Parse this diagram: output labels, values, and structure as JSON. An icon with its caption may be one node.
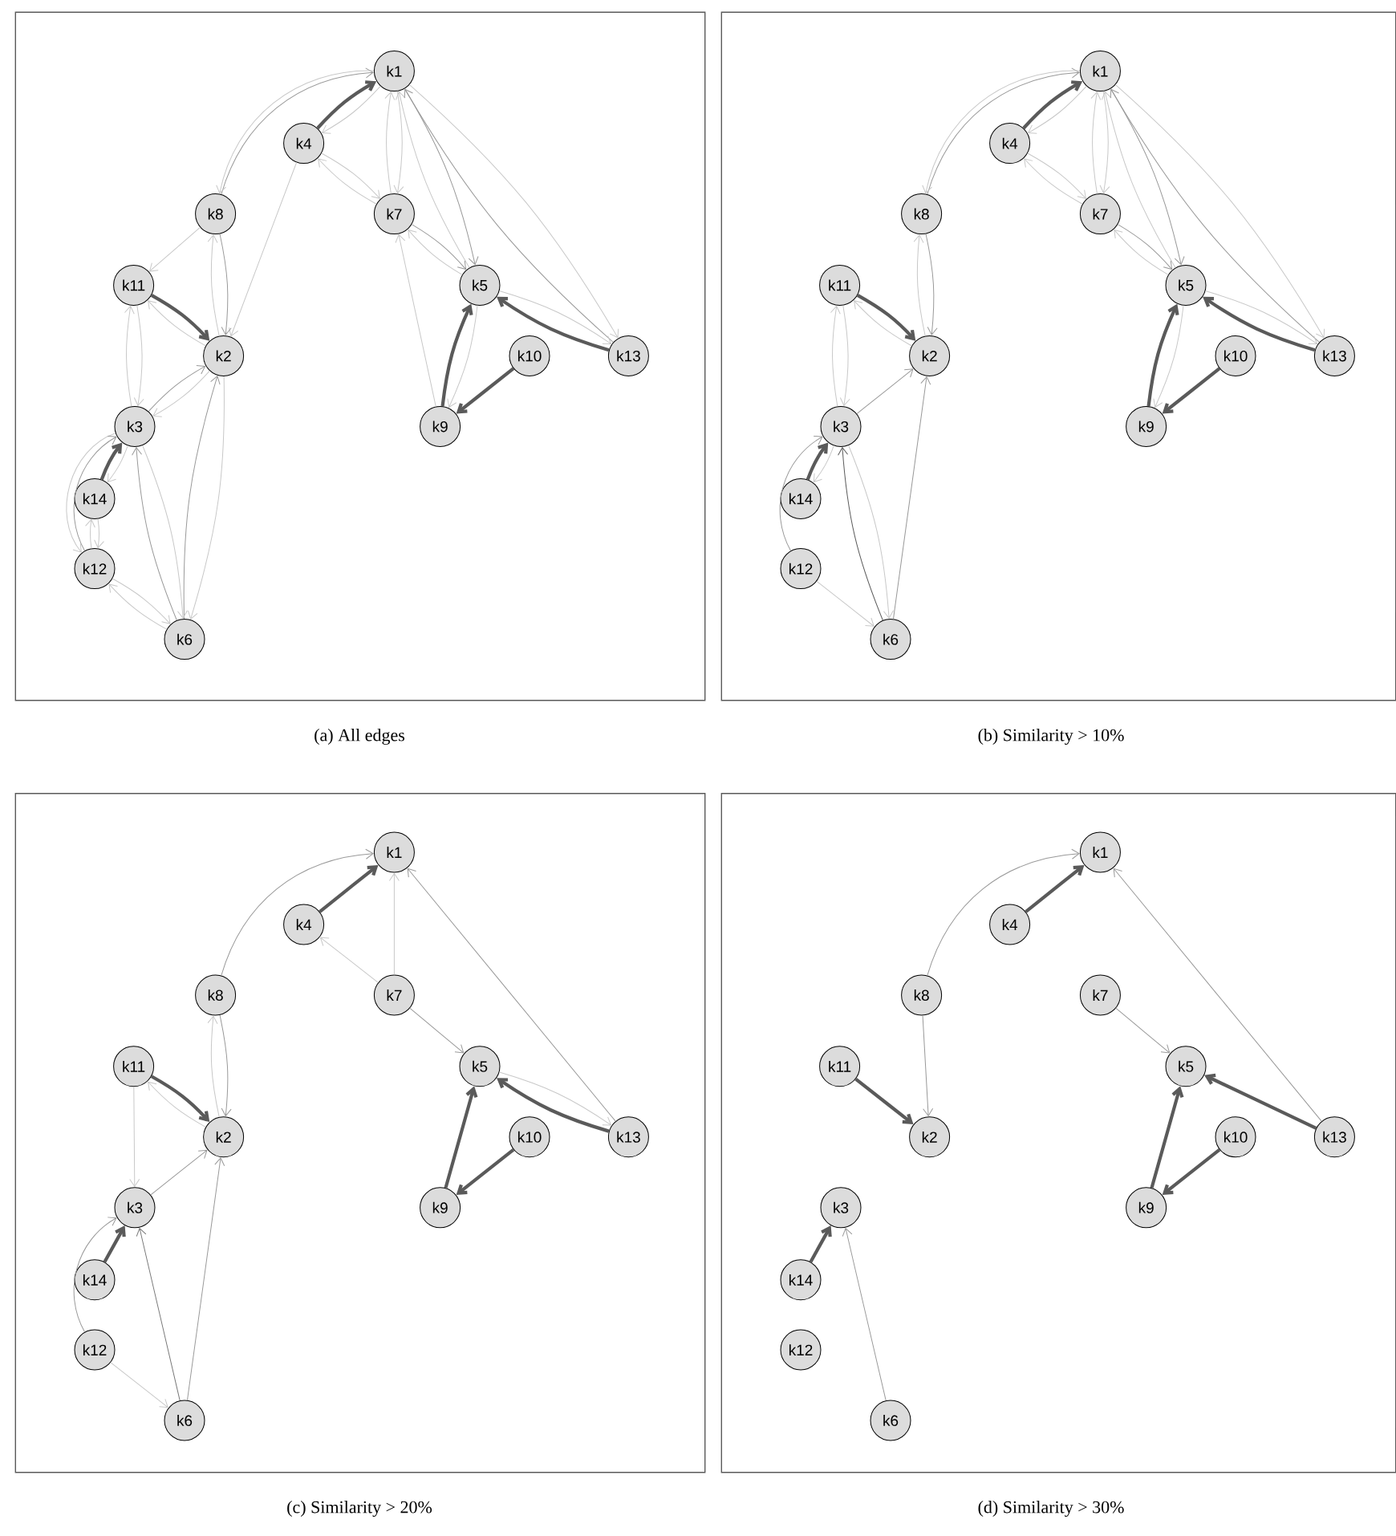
{
  "diagram": {
    "nodes": [
      {
        "text": [
          "(a) All edges"
        ]
      },
      {
        "text": [
          "k1"
        ],
        "in": 0
      },
      {
        "text": [
          "k4"
        ],
        "in": 0
      },
      {
        "text": [
          "k8"
        ],
        "in": 0
      },
      {
        "text": [
          "k7"
        ],
        "in": 0
      },
      {
        "text": [
          "k11"
        ],
        "in": 0
      },
      {
        "text": [
          "k5"
        ],
        "in": 0
      },
      {
        "text": [
          "k2"
        ],
        "in": 0
      },
      {
        "text": [
          "k10"
        ],
        "in": 0
      },
      {
        "text": [
          "k13"
        ],
        "in": 0
      },
      {
        "text": [
          "k9"
        ],
        "in": 0
      },
      {
        "text": [
          "k3"
        ],
        "in": 0
      },
      {
        "text": [
          "k14"
        ],
        "in": 0
      },
      {
        "text": [
          "k12"
        ],
        "in": 0
      },
      {
        "text": [
          "k6"
        ],
        "in": 0
      },
      {
        "text": [
          "(b) Similarity > 10%"
        ]
      },
      {
        "text": [
          "k1"
        ],
        "in": 15
      },
      {
        "text": [
          "k4"
        ],
        "in": 15
      },
      {
        "text": [
          "k8"
        ],
        "in": 15
      },
      {
        "text": [
          "k7"
        ],
        "in": 15
      },
      {
        "text": [
          "k11"
        ],
        "in": 15
      },
      {
        "text": [
          "k5"
        ],
        "in": 15
      },
      {
        "text": [
          "k2"
        ],
        "in": 15
      },
      {
        "text": [
          "k10"
        ],
        "in": 15
      },
      {
        "text": [
          "k13"
        ],
        "in": 15
      },
      {
        "text": [
          "k9"
        ],
        "in": 15
      },
      {
        "text": [
          "k3"
        ],
        "in": 15
      },
      {
        "text": [
          "k14"
        ],
        "in": 15
      },
      {
        "text": [
          "k12"
        ],
        "in": 15
      },
      {
        "text": [
          "k6"
        ],
        "in": 15
      },
      {
        "text": [
          "(c) Similarity > 20%"
        ]
      },
      {
        "text": [
          "k1"
        ],
        "in": 30
      },
      {
        "text": [
          "k4"
        ],
        "in": 30
      },
      {
        "text": [
          "k8"
        ],
        "in": 30
      },
      {
        "text": [
          "k7"
        ],
        "in": 30
      },
      {
        "text": [
          "k11"
        ],
        "in": 30
      },
      {
        "text": [
          "k5"
        ],
        "in": 30
      },
      {
        "text": [
          "k2"
        ],
        "in": 30
      },
      {
        "text": [
          "k10"
        ],
        "in": 30
      },
      {
        "text": [
          "k13"
        ],
        "in": 30
      },
      {
        "text": [
          "k9"
        ],
        "in": 30
      },
      {
        "text": [
          "k3"
        ],
        "in": 30
      },
      {
        "text": [
          "k14"
        ],
        "in": 30
      },
      {
        "text": [
          "k12"
        ],
        "in": 30
      },
      {
        "text": [
          "k6"
        ],
        "in": 30
      },
      {
        "text": [
          "(d) Similarity > 30%"
        ]
      },
      {
        "text": [
          "k1"
        ],
        "in": 45
      },
      {
        "text": [
          "k4"
        ],
        "in": 45
      },
      {
        "text": [
          "k8"
        ],
        "in": 45
      },
      {
        "text": [
          "k7"
        ],
        "in": 45
      },
      {
        "text": [
          "k11"
        ],
        "in": 45
      },
      {
        "text": [
          "k5"
        ],
        "in": 45
      },
      {
        "text": [
          "k2"
        ],
        "in": 45
      },
      {
        "text": [
          "k10"
        ],
        "in": 45
      },
      {
        "text": [
          "k13"
        ],
        "in": 45
      },
      {
        "text": [
          "k9"
        ],
        "in": 45
      },
      {
        "text": [
          "k3"
        ],
        "in": 45
      },
      {
        "text": [
          "k14"
        ],
        "in": 45
      },
      {
        "text": [
          "k12"
        ],
        "in": 45
      },
      {
        "text": [
          "k6"
        ],
        "in": 45
      }
    ],
    "edges": [
      {
        "from": 3,
        "to": 1,
        "arrow": "to",
        "color": "#999999"
      },
      {
        "from": 1,
        "to": 3,
        "arrow": "to",
        "color": "#c8c8c8"
      },
      {
        "from": 2,
        "to": 1,
        "arrow": "to",
        "color": "#5a5a5a",
        "style": "thick"
      },
      {
        "from": 1,
        "to": 2,
        "arrow": "to",
        "color": "#c8c8c8"
      },
      {
        "from": 2,
        "to": 4,
        "arrow": "to",
        "color": "#c8c8c8"
      },
      {
        "from": 4,
        "to": 2,
        "arrow": "to",
        "color": "#c8c8c8"
      },
      {
        "from": 1,
        "to": 4,
        "arrow": "to",
        "color": "#c8c8c8"
      },
      {
        "from": 4,
        "to": 1,
        "arrow": "to",
        "color": "#c8c8c8"
      },
      {
        "from": 1,
        "to": 6,
        "arrow": "to",
        "color": "#999999"
      },
      {
        "from": 6,
        "to": 1,
        "arrow": "to",
        "color": "#c8c8c8"
      },
      {
        "from": 9,
        "to": 1,
        "arrow": "to",
        "color": "#999999"
      },
      {
        "from": 1,
        "to": 9,
        "arrow": "to",
        "color": "#c8c8c8"
      },
      {
        "from": 4,
        "to": 6,
        "arrow": "to",
        "color": "#999999"
      },
      {
        "from": 6,
        "to": 4,
        "arrow": "to",
        "color": "#c8c8c8"
      },
      {
        "from": 9,
        "to": 6,
        "arrow": "to",
        "color": "#5a5a5a",
        "style": "thick"
      },
      {
        "from": 6,
        "to": 9,
        "arrow": "to",
        "color": "#c8c8c8"
      },
      {
        "from": 10,
        "to": 4,
        "arrow": "to",
        "color": "#c8c8c8"
      },
      {
        "from": 10,
        "to": 6,
        "arrow": "to",
        "color": "#5a5a5a",
        "style": "thick"
      },
      {
        "from": 6,
        "to": 10,
        "arrow": "to",
        "color": "#c8c8c8"
      },
      {
        "from": 8,
        "to": 10,
        "arrow": "to",
        "color": "#5a5a5a",
        "style": "thick"
      },
      {
        "from": 2,
        "to": 7,
        "arrow": "to",
        "color": "#c8c8c8"
      },
      {
        "from": 3,
        "to": 5,
        "arrow": "to",
        "color": "#c8c8c8"
      },
      {
        "from": 3,
        "to": 7,
        "arrow": "to",
        "color": "#999999"
      },
      {
        "from": 7,
        "to": 3,
        "arrow": "to",
        "color": "#c8c8c8"
      },
      {
        "from": 5,
        "to": 7,
        "arrow": "to",
        "color": "#5a5a5a",
        "style": "thick"
      },
      {
        "from": 7,
        "to": 5,
        "arrow": "to",
        "color": "#c8c8c8"
      },
      {
        "from": 5,
        "to": 11,
        "arrow": "to",
        "color": "#c8c8c8"
      },
      {
        "from": 11,
        "to": 5,
        "arrow": "to",
        "color": "#c8c8c8"
      },
      {
        "from": 11,
        "to": 7,
        "arrow": "to",
        "color": "#999999"
      },
      {
        "from": 7,
        "to": 11,
        "arrow": "to",
        "color": "#c8c8c8"
      },
      {
        "from": 14,
        "to": 7,
        "arrow": "to",
        "color": "#999999"
      },
      {
        "from": 7,
        "to": 14,
        "arrow": "to",
        "color": "#c8c8c8"
      },
      {
        "from": 14,
        "to": 11,
        "arrow": "to",
        "color": "#999999"
      },
      {
        "from": 11,
        "to": 14,
        "arrow": "to",
        "color": "#c8c8c8"
      },
      {
        "from": 12,
        "to": 11,
        "arrow": "to",
        "color": "#5a5a5a",
        "style": "thick"
      },
      {
        "from": 11,
        "to": 12,
        "arrow": "to",
        "color": "#c8c8c8"
      },
      {
        "from": 11,
        "to": 13,
        "arrow": "to",
        "color": "#c8c8c8"
      },
      {
        "from": 13,
        "to": 11,
        "arrow": "to",
        "color": "#999999"
      },
      {
        "from": 13,
        "to": 12,
        "arrow": "to",
        "color": "#c8c8c8"
      },
      {
        "from": 12,
        "to": 13,
        "arrow": "to",
        "color": "#c8c8c8"
      },
      {
        "from": 13,
        "to": 14,
        "arrow": "to",
        "color": "#c8c8c8"
      },
      {
        "from": 14,
        "to": 13,
        "arrow": "to",
        "color": "#c8c8c8"
      },
      {
        "from": 18,
        "to": 16,
        "arrow": "to",
        "color": "#999999"
      },
      {
        "from": 16,
        "to": 18,
        "arrow": "to",
        "color": "#c8c8c8"
      },
      {
        "from": 17,
        "to": 16,
        "arrow": "to",
        "color": "#5a5a5a",
        "style": "thick"
      },
      {
        "from": 16,
        "to": 17,
        "arrow": "to",
        "color": "#c8c8c8"
      },
      {
        "from": 17,
        "to": 19,
        "arrow": "to",
        "color": "#c8c8c8"
      },
      {
        "from": 19,
        "to": 17,
        "arrow": "to",
        "color": "#c8c8c8"
      },
      {
        "from": 16,
        "to": 19,
        "arrow": "to",
        "color": "#c8c8c8"
      },
      {
        "from": 19,
        "to": 16,
        "arrow": "to",
        "color": "#c8c8c8"
      },
      {
        "from": 16,
        "to": 21,
        "arrow": "to",
        "color": "#999999"
      },
      {
        "from": 21,
        "to": 16,
        "arrow": "to",
        "color": "#c8c8c8"
      },
      {
        "from": 24,
        "to": 16,
        "arrow": "to",
        "color": "#999999"
      },
      {
        "from": 16,
        "to": 24,
        "arrow": "to",
        "color": "#c8c8c8"
      },
      {
        "from": 19,
        "to": 21,
        "arrow": "to",
        "color": "#999999"
      },
      {
        "from": 21,
        "to": 19,
        "arrow": "to",
        "color": "#c8c8c8"
      },
      {
        "from": 24,
        "to": 21,
        "arrow": "to",
        "color": "#5a5a5a",
        "style": "thick"
      },
      {
        "from": 21,
        "to": 24,
        "arrow": "to",
        "color": "#c8c8c8"
      },
      {
        "from": 25,
        "to": 21,
        "arrow": "to",
        "color": "#5a5a5a",
        "style": "thick"
      },
      {
        "from": 21,
        "to": 25,
        "arrow": "to",
        "color": "#c8c8c8"
      },
      {
        "from": 23,
        "to": 25,
        "arrow": "to",
        "color": "#5a5a5a",
        "style": "thick"
      },
      {
        "from": 18,
        "to": 22,
        "arrow": "to",
        "color": "#999999"
      },
      {
        "from": 22,
        "to": 18,
        "arrow": "to",
        "color": "#c8c8c8"
      },
      {
        "from": 20,
        "to": 22,
        "arrow": "to",
        "color": "#5a5a5a",
        "style": "thick"
      },
      {
        "from": 22,
        "to": 20,
        "arrow": "to",
        "color": "#c8c8c8"
      },
      {
        "from": 20,
        "to": 26,
        "arrow": "to",
        "color": "#c8c8c8"
      },
      {
        "from": 26,
        "to": 20,
        "arrow": "to",
        "color": "#c8c8c8"
      },
      {
        "from": 26,
        "to": 22,
        "arrow": "to",
        "color": "#999999"
      },
      {
        "from": 29,
        "to": 22,
        "arrow": "to",
        "color": "#999999"
      },
      {
        "from": 29,
        "to": 26,
        "arrow": "to",
        "color": "#5a5a5a"
      },
      {
        "from": 26,
        "to": 29,
        "arrow": "to",
        "color": "#c8c8c8"
      },
      {
        "from": 27,
        "to": 26,
        "arrow": "to",
        "color": "#5a5a5a",
        "style": "thick"
      },
      {
        "from": 26,
        "to": 27,
        "arrow": "to",
        "color": "#c8c8c8"
      },
      {
        "from": 28,
        "to": 26,
        "arrow": "to",
        "color": "#999999"
      },
      {
        "from": 28,
        "to": 29,
        "arrow": "to",
        "color": "#c8c8c8"
      },
      {
        "from": 33,
        "to": 31,
        "arrow": "to",
        "color": "#999999"
      },
      {
        "from": 32,
        "to": 31,
        "arrow": "to",
        "color": "#5a5a5a",
        "style": "thick"
      },
      {
        "from": 34,
        "to": 31,
        "arrow": "to",
        "color": "#c8c8c8"
      },
      {
        "from": 34,
        "to": 32,
        "arrow": "to",
        "color": "#c8c8c8"
      },
      {
        "from": 39,
        "to": 31,
        "arrow": "to",
        "color": "#999999"
      },
      {
        "from": 34,
        "to": 36,
        "arrow": "to",
        "color": "#999999"
      },
      {
        "from": 39,
        "to": 36,
        "arrow": "to",
        "color": "#5a5a5a",
        "style": "thick"
      },
      {
        "from": 36,
        "to": 39,
        "arrow": "to",
        "color": "#c8c8c8"
      },
      {
        "from": 40,
        "to": 36,
        "arrow": "to",
        "color": "#5a5a5a",
        "style": "thick"
      },
      {
        "from": 38,
        "to": 40,
        "arrow": "to",
        "color": "#5a5a5a",
        "style": "thick"
      },
      {
        "from": 33,
        "to": 37,
        "arrow": "to",
        "color": "#999999"
      },
      {
        "from": 37,
        "to": 33,
        "arrow": "to",
        "color": "#c8c8c8"
      },
      {
        "from": 35,
        "to": 37,
        "arrow": "to",
        "color": "#5a5a5a",
        "style": "thick"
      },
      {
        "from": 37,
        "to": 35,
        "arrow": "to",
        "color": "#c8c8c8"
      },
      {
        "from": 35,
        "to": 41,
        "arrow": "to",
        "color": "#c8c8c8"
      },
      {
        "from": 41,
        "to": 37,
        "arrow": "to",
        "color": "#999999"
      },
      {
        "from": 44,
        "to": 37,
        "arrow": "to",
        "color": "#999999"
      },
      {
        "from": 44,
        "to": 41,
        "arrow": "to",
        "color": "#777777"
      },
      {
        "from": 42,
        "to": 41,
        "arrow": "to",
        "color": "#5a5a5a",
        "style": "thick"
      },
      {
        "from": 43,
        "to": 41,
        "arrow": "to",
        "color": "#999999"
      },
      {
        "from": 43,
        "to": 44,
        "arrow": "to",
        "color": "#c8c8c8"
      },
      {
        "from": 48,
        "to": 46,
        "arrow": "to",
        "color": "#999999"
      },
      {
        "from": 47,
        "to": 46,
        "arrow": "to",
        "color": "#5a5a5a",
        "style": "thick"
      },
      {
        "from": 54,
        "to": 46,
        "arrow": "to",
        "color": "#999999"
      },
      {
        "from": 49,
        "to": 51,
        "arrow": "to",
        "color": "#999999"
      },
      {
        "from": 54,
        "to": 51,
        "arrow": "to",
        "color": "#5a5a5a",
        "style": "thick"
      },
      {
        "from": 55,
        "to": 51,
        "arrow": "to",
        "color": "#5a5a5a",
        "style": "thick"
      },
      {
        "from": 53,
        "to": 55,
        "arrow": "to",
        "color": "#5a5a5a",
        "style": "thick"
      },
      {
        "from": 48,
        "to": 52,
        "arrow": "to",
        "color": "#999999"
      },
      {
        "from": 50,
        "to": 52,
        "arrow": "to",
        "color": "#5a5a5a",
        "style": "thick"
      },
      {
        "from": 59,
        "to": 56,
        "arrow": "to",
        "color": "#999999"
      },
      {
        "from": 57,
        "to": 56,
        "arrow": "to",
        "color": "#5a5a5a",
        "style": "thick"
      }
    ]
  }
}
